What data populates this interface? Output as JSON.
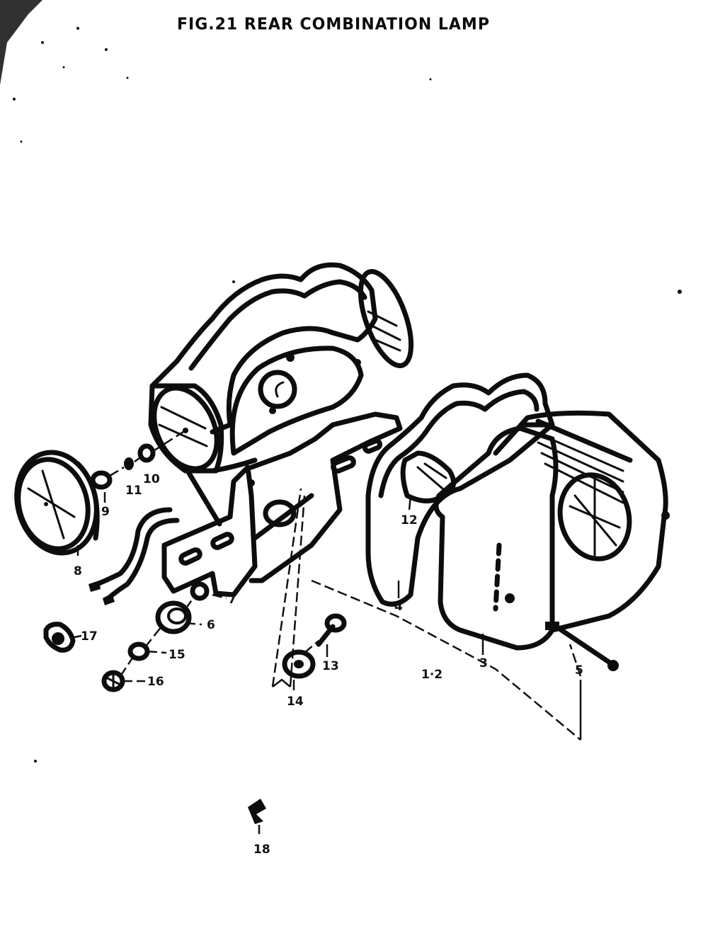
{
  "figure": {
    "title": "FIG.21  REAR COMBINATION LAMP"
  },
  "callouts": {
    "c1_2": "1·2",
    "c3": "3",
    "c4": "4",
    "c5": "5",
    "c6": "6",
    "c7": "7",
    "c8": "8",
    "c9": "9",
    "c10": "10",
    "c11": "11",
    "c12": "12",
    "c13": "13",
    "c14": "14",
    "c15": "15",
    "c16": "16",
    "c17": "17",
    "c18": "18"
  },
  "colors": {
    "ink": "#0d0d0d",
    "paper": "#ffffff"
  }
}
